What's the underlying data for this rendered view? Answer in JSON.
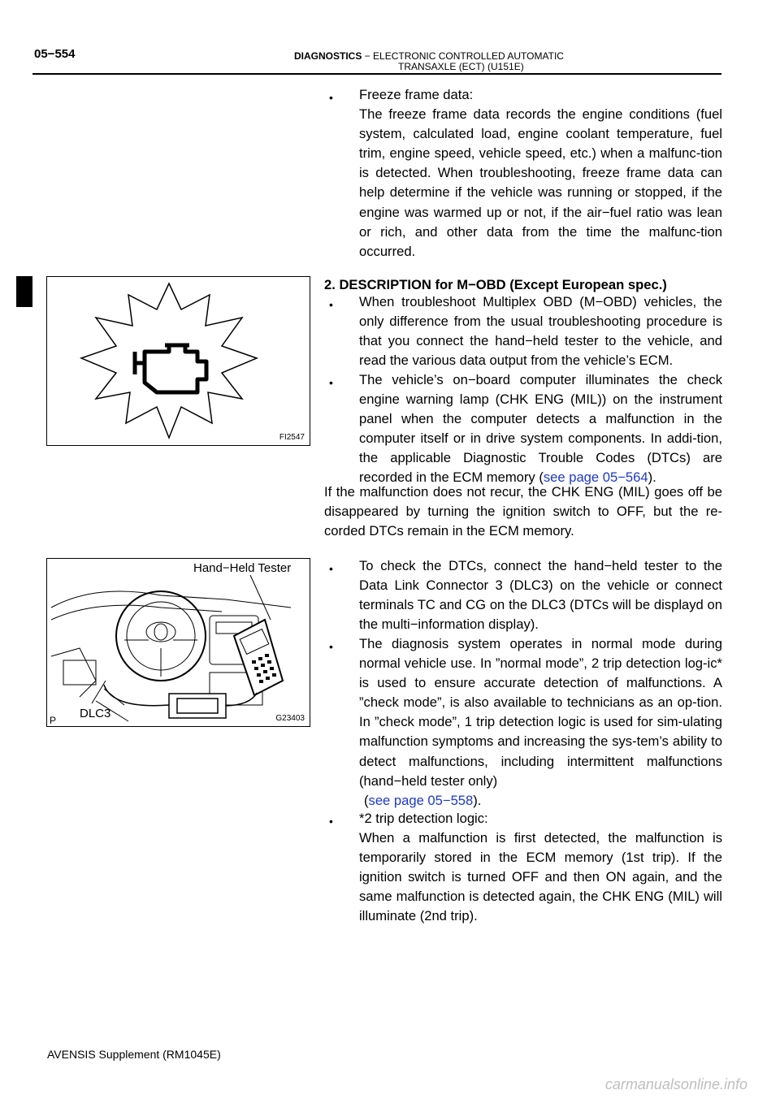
{
  "header": {
    "page_number": "05−554",
    "section_line1_bold": "DIAGNOSTICS",
    "section_line1_rest": " − ELECTRONIC CONTROLLED AUTOMATIC",
    "section_line2": "TRANSAXLE (ECT) (U151E)"
  },
  "freeze_frame": {
    "bullet": "•",
    "title": "Freeze frame data:",
    "text": "The freeze frame data records the engine conditions (fuel system, calculated load, engine coolant temperature, fuel trim, engine speed, vehicle speed, etc.) when a malfunc-tion is detected. When troubleshooting, freeze frame data can help determine if the vehicle was running or stopped, if the engine was warmed up or not, if the air−fuel ratio was lean or rich, and other data from the time the malfunc-tion occurred."
  },
  "section2": {
    "heading": "2.  DESCRIPTION for M−OBD (Except European spec.)",
    "bullet1": "When troubleshoot Multiplex OBD (M−OBD) vehicles, the only difference from the usual troubleshooting procedure is that you connect the hand−held tester to the vehicle, and read the various data output from the vehicle’s ECM.",
    "bullet2_pre": "The vehicle’s on−board computer illuminates the check engine warning lamp (CHK ENG (MIL)) on the instrument panel when the computer detects a malfunction in the computer itself or in drive system components. In addi-tion, the applicable Diagnostic Trouble Codes (DTCs) are recorded in the ECM memory (",
    "bullet2_link": "see page 05−564",
    "bullet2_post": ").",
    "para": "If the malfunction does not recur, the CHK ENG (MIL) goes off be disappeared by turning the ignition switch to OFF, but the re-corded DTCs remain in the ECM memory."
  },
  "figure1": {
    "code": "FI2547"
  },
  "figure2": {
    "code": "G23403",
    "label_tester": "Hand−Held Tester",
    "label_dlc": "DLC3",
    "label_p": "P"
  },
  "section3": {
    "bullet1": "To check the DTCs, connect the hand−held tester to the Data Link Connector 3 (DLC3) on the vehicle or connect terminals TC and CG on the DLC3 (DTCs will be displayd on the multi−information display).",
    "bullet2_pre": "The diagnosis system operates in normal mode during normal vehicle use. In ”normal mode”, 2 trip detection log-ic* is used to ensure accurate detection of malfunctions. A ”check mode”, is also available to technicians as an op-tion. In ”check mode”, 1 trip detection logic is used for sim-ulating malfunction symptoms and increasing the sys-tem’s ability to detect malfunctions, including intermittent malfunctions (hand−held tester only)",
    "bullet2_link": "see page 05−558",
    "bullet2_open": "(",
    "bullet2_close": ").",
    "bullet3_title": "*2 trip detection logic:",
    "bullet3_text": "When a malfunction is first detected, the malfunction is temporarily stored in the ECM memory (1st trip). If the ignition switch is turned OFF and then ON again, and the same malfunction is detected again, the CHK ENG (MIL) will illuminate (2nd trip)."
  },
  "footer": {
    "text": "AVENSIS Supplement (RM1045E)"
  },
  "watermark": {
    "text": "carmanualsonline.info"
  }
}
